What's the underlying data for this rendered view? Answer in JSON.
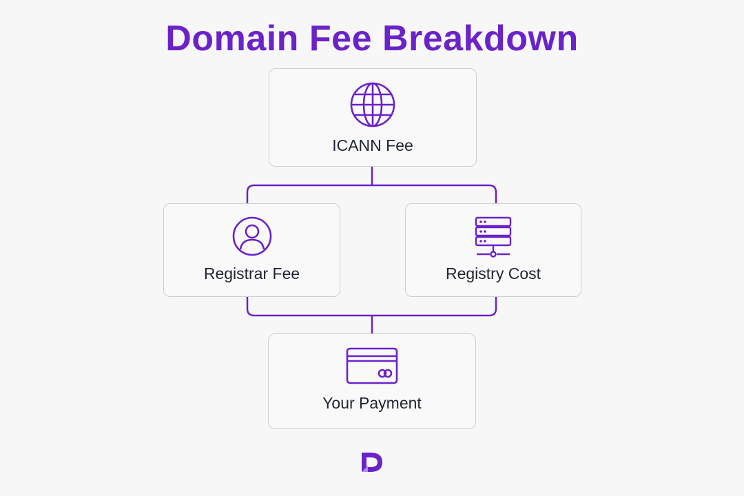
{
  "title": "Domain Fee Breakdown",
  "nodes": {
    "icann": {
      "label": "ICANN Fee",
      "icon": "globe-icon"
    },
    "registrar": {
      "label": "Registrar Fee",
      "icon": "user-icon"
    },
    "registry": {
      "label": "Registry Cost",
      "icon": "server-icon"
    },
    "payment": {
      "label": "Your Payment",
      "icon": "credit-card-icon"
    }
  },
  "logo": {
    "icon": "d-logo-icon"
  },
  "colors": {
    "accent": "#6a22c9",
    "text": "#1e2532",
    "border": "#cfcfd4",
    "background": "#f7f7f8"
  }
}
